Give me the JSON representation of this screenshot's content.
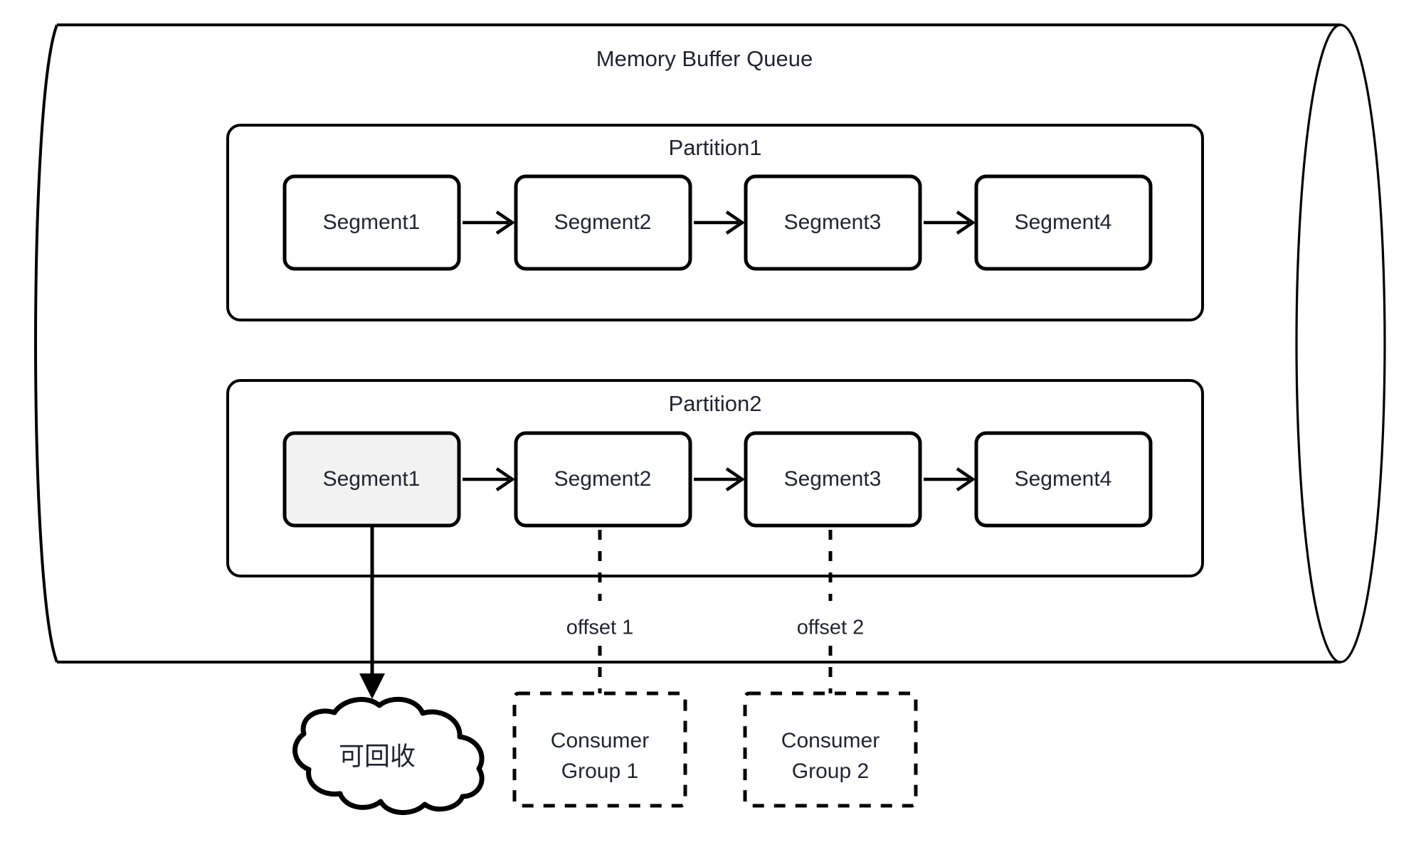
{
  "diagram": {
    "title": "Memory Buffer Queue",
    "partitions": [
      {
        "label": "Partition1",
        "segments": [
          {
            "label": "Segment1",
            "highlighted": false
          },
          {
            "label": "Segment2",
            "highlighted": false
          },
          {
            "label": "Segment3",
            "highlighted": false
          },
          {
            "label": "Segment4",
            "highlighted": false
          }
        ]
      },
      {
        "label": "Partition2",
        "segments": [
          {
            "label": "Segment1",
            "highlighted": true
          },
          {
            "label": "Segment2",
            "highlighted": false
          },
          {
            "label": "Segment3",
            "highlighted": false
          },
          {
            "label": "Segment4",
            "highlighted": false
          }
        ]
      }
    ],
    "offsets": [
      {
        "label": "offset 1"
      },
      {
        "label": "offset 2"
      }
    ],
    "consumer_groups": [
      {
        "line1": "Consumer",
        "line2": "Group 1"
      },
      {
        "line1": "Consumer",
        "line2": "Group 2"
      }
    ],
    "recycle_cloud": {
      "label": "可回收"
    },
    "colors": {
      "stroke": "#000000",
      "text": "#1f2430",
      "segment_fill": "#ffffff",
      "segment_highlight_fill": "#f2f2f2",
      "background": "#ffffff"
    }
  }
}
